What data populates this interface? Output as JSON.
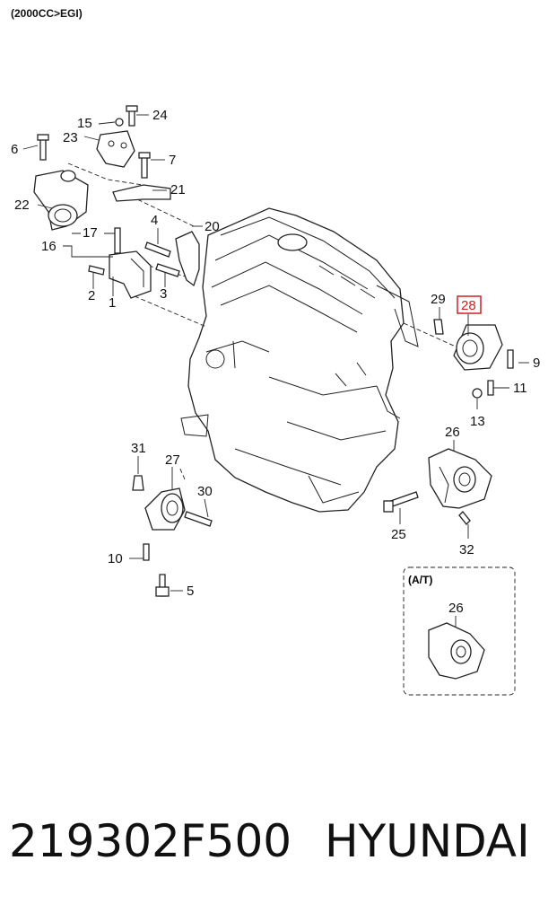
{
  "header": {
    "variant": "(2000CC>EGI)"
  },
  "diagram": {
    "labels": {
      "l1": "1",
      "l2": "2",
      "l3": "3",
      "l4": "4",
      "l5": "5",
      "l6": "6",
      "l7": "7",
      "l9": "9",
      "l10": "10",
      "l11": "11",
      "l13": "13",
      "l15": "15",
      "l16": "16",
      "l17": "17",
      "l20": "20",
      "l21": "21",
      "l22": "22",
      "l23": "23",
      "l24": "24",
      "l25": "25",
      "l26": "26",
      "l26b": "26",
      "l27": "27",
      "l28": "28",
      "l29": "29",
      "l30": "30",
      "l31": "31",
      "l32": "32"
    },
    "inset_label": "(A/T)",
    "highlight_color": "#d02020"
  },
  "footer": {
    "part_number": "219302F500",
    "brand": "HYUNDAI"
  }
}
